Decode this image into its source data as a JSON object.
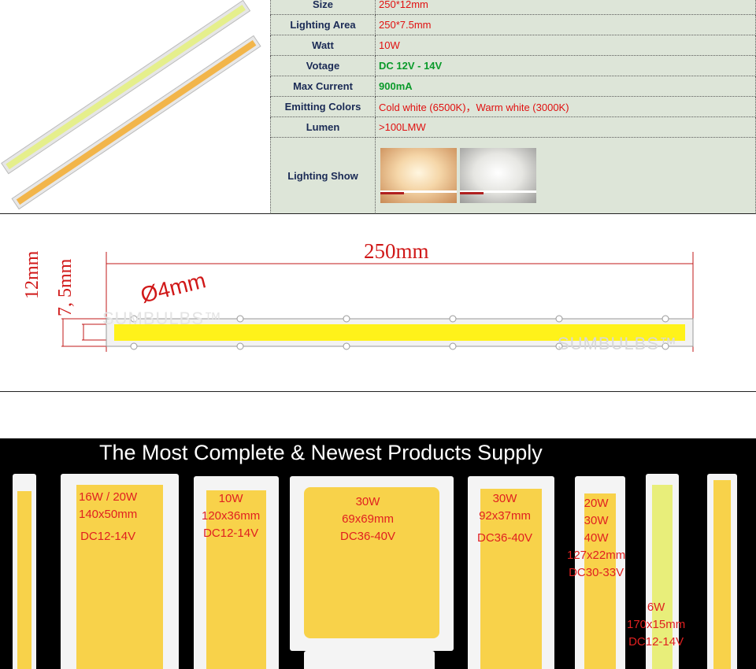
{
  "spec": {
    "rows": [
      {
        "label": "Size",
        "value": "250*12mm"
      },
      {
        "label": "Lighting Area",
        "value": "250*7.5mm"
      },
      {
        "label": "Watt",
        "value": "10W"
      },
      {
        "label": "Votage",
        "value": "DC 12V - 14V"
      },
      {
        "label": "Max Current",
        "value": "900mA"
      },
      {
        "label": "Emitting Colors",
        "value": "Cold white (6500K)，Warm white (3000K)"
      },
      {
        "label": "Lumen",
        "value": ">100LMW"
      },
      {
        "label": "Lighting Show",
        "value": ""
      }
    ]
  },
  "drawing": {
    "length": "250mm",
    "width": "12mm",
    "light_width": "7, 5mm",
    "hole": "Ø4mm",
    "watermark": "SUMBULBS™"
  },
  "banner": {
    "title": "The Most Complete & Newest Products Supply"
  },
  "products": [
    {
      "lines": [
        "16W / 20W",
        "140x50mm",
        "DC12-14V"
      ]
    },
    {
      "lines": [
        "10W",
        "120x36mm",
        "DC12-14V"
      ]
    },
    {
      "lines": [
        "30W",
        "69x69mm",
        "DC36-40V"
      ]
    },
    {
      "lines": [
        "30W",
        "92x37mm",
        "DC36-40V"
      ]
    },
    {
      "lines": [
        "20W",
        "30W",
        "40W",
        "127x22mm",
        "DC30-33V"
      ]
    },
    {
      "lines": [
        "6W",
        "170x15mm",
        "DC12-14V"
      ]
    }
  ],
  "colors": {
    "table_bg": "#dde5d8",
    "label_text": "#1a2a55",
    "value_red": "#e01010",
    "value_green": "#0a9a2a",
    "led_yellow": "#f8d24a",
    "cold_white": "#e8ee8a",
    "warm_white": "#f2b54a"
  }
}
